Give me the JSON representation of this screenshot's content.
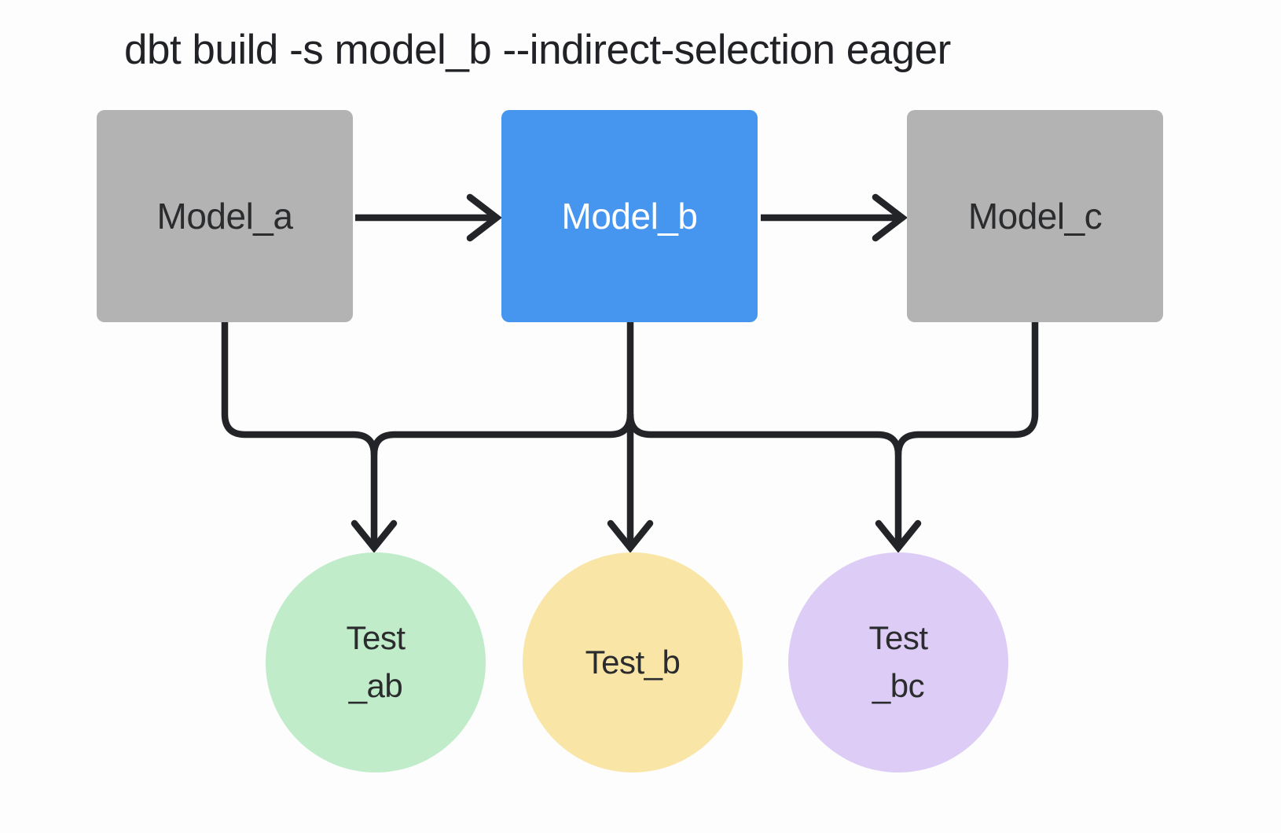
{
  "title": "dbt build -s model_b --indirect-selection eager",
  "nodes": {
    "model_a": {
      "label": "Model_a",
      "kind": "model",
      "state": "default"
    },
    "model_b": {
      "label": "Model_b",
      "kind": "model",
      "state": "selected"
    },
    "model_c": {
      "label": "Model_c",
      "kind": "model",
      "state": "default"
    },
    "test_ab": {
      "line1": "Test",
      "line2": "_ab",
      "kind": "test"
    },
    "test_b": {
      "line1": "Test_b",
      "line2": "",
      "kind": "test"
    },
    "test_bc": {
      "line1": "Test",
      "line2": "_bc",
      "kind": "test"
    }
  },
  "edges": [
    {
      "from": "model_a",
      "to": "model_b"
    },
    {
      "from": "model_b",
      "to": "model_c"
    },
    {
      "from": "model_a",
      "to": "test_ab"
    },
    {
      "from": "model_b",
      "to": "test_ab"
    },
    {
      "from": "model_b",
      "to": "test_b"
    },
    {
      "from": "model_b",
      "to": "test_bc"
    },
    {
      "from": "model_c",
      "to": "test_bc"
    }
  ],
  "colors": {
    "model-default": "#b3b3b4",
    "model-selected": "#4695ef",
    "test-ab": "#c0ecca",
    "test-b": "#f9e6a7",
    "test-bc": "#ddcdf6",
    "line": "#232427",
    "text-dark": "#2b2c2e",
    "text-light": "#ffffff",
    "background": "#fdfdfd",
    "title": "#202226"
  }
}
